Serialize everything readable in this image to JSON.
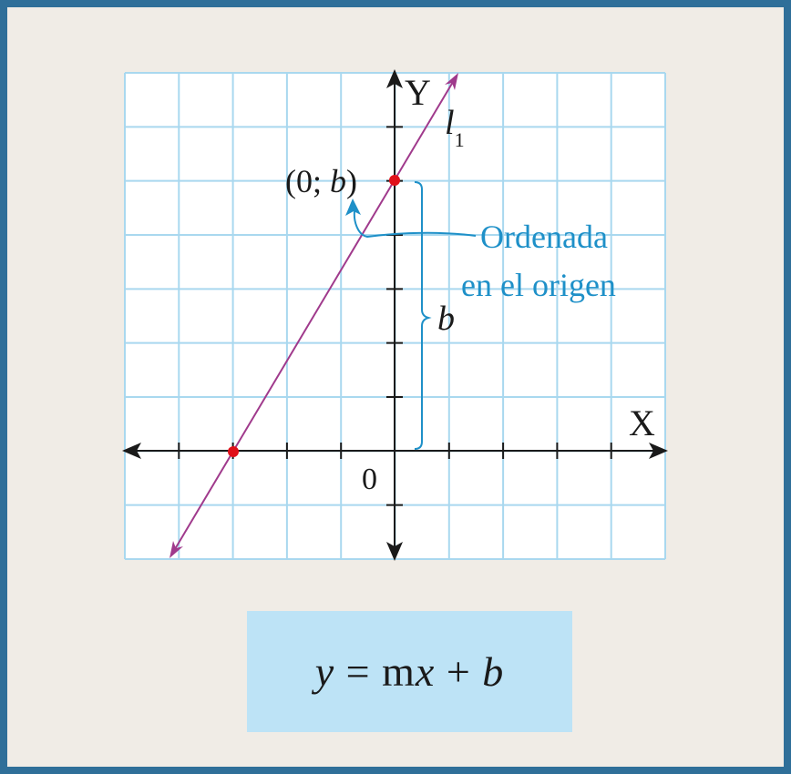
{
  "diagram": {
    "axis_x_label": "X",
    "axis_y_label": "Y",
    "origin_label": "0",
    "line_label": "l",
    "line_label_sub": "1",
    "point_label_open": "(0; ",
    "point_label_var": "b",
    "point_label_close": ")",
    "brace_label": "b",
    "annotation_line1": "Ordenada",
    "annotation_line2": "en el origen",
    "colors": {
      "grid": "#a9d8ef",
      "grid_bg": "#ffffff",
      "axes": "#1a1a1a",
      "line": "#a03a8c",
      "points": "#e0101a",
      "annotation": "#1e90c8",
      "frame": "#2f6f99",
      "panel_bg": "#f0ece6",
      "formula_bg": "#bde3f6"
    }
  },
  "formula": {
    "y": "y",
    "eq": " = m",
    "x": "x",
    "plus": " + ",
    "b": "b"
  }
}
